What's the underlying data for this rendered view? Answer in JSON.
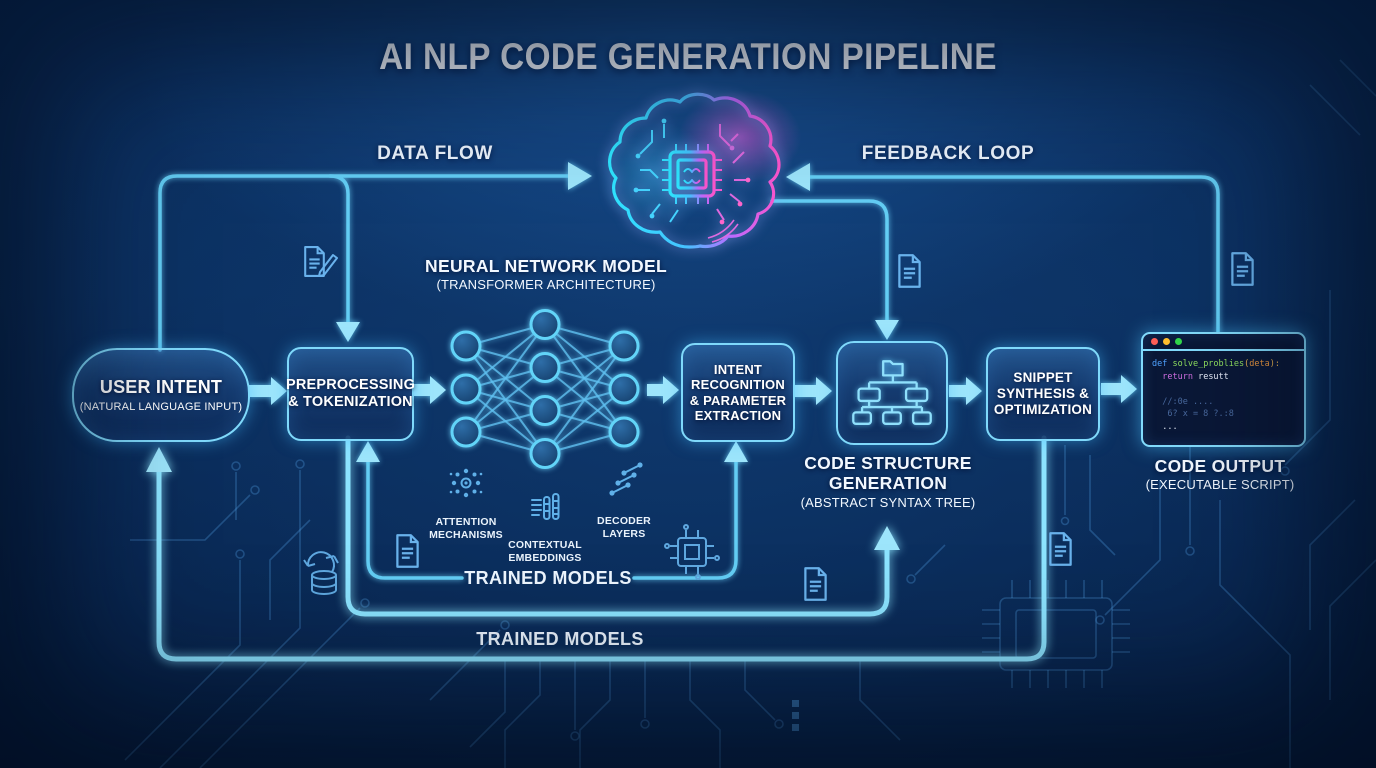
{
  "title": "AI NLP CODE GENERATION PIPELINE",
  "colors": {
    "background_navy": "#0a2c5a",
    "accent_cyan": "#7fd9fb",
    "arrow_fill": "#9de5fb",
    "brain_gradient": [
      "#2ee6ff",
      "#ff55cc"
    ],
    "glow_pink": "#f055d8",
    "window_dots": [
      "#ff5f57",
      "#ffbd2e",
      "#32d74b"
    ]
  },
  "flow_labels": {
    "data_flow": "DATA FLOW",
    "feedback_loop": "FEEDBACK LOOP",
    "trained_models_upper": "TRAINED MODELS",
    "trained_models_lower": "TRAINED MODELS"
  },
  "icons": [
    "circuit-brain-chip-icon",
    "document-icon",
    "document-edit-icon",
    "data-sync-database-icon",
    "processor-chip-icon",
    "attention-mechanisms-icon",
    "contextual-embeddings-icon",
    "decoder-layers-icon",
    "ast-tree-icon",
    "window-dot-red",
    "window-dot-yellow",
    "window-dot-green"
  ],
  "nodes": {
    "user_intent": {
      "title": "USER INTENT",
      "subtitle": "(NATURAL LANGUAGE INPUT)"
    },
    "preprocessing": {
      "title": "PREPROCESSING\n& TOKENIZATION"
    },
    "neural_network": {
      "title": "NEURAL NETWORK MODEL",
      "subtitle": "(TRANSFORMER ARCHITECTURE)",
      "layers": [
        3,
        4,
        3
      ],
      "features": [
        {
          "icon": "attention-mechanisms-icon",
          "label": "ATTENTION\nMECHANISMS"
        },
        {
          "icon": "contextual-embeddings-icon",
          "label": "CONTEXTUAL\nEMBEDDINGS"
        },
        {
          "icon": "decoder-layers-icon",
          "label": "DECODER\nLAYERS"
        }
      ]
    },
    "intent_recognition": {
      "title": "INTENT\nRECOGNITION\n& PARAMETER\nEXTRACTION"
    },
    "code_structure": {
      "title": "CODE STRUCTURE\nGENERATION",
      "subtitle": "(ABSTRACT SYNTAX TREE)"
    },
    "snippet_synthesis": {
      "title": "SNIPPET\nSYNTHESIS &\nOPTIMIZATION"
    },
    "code_output": {
      "title": "CODE OUTPUT",
      "subtitle": "(EXECUTABLE SCRIPT)",
      "code": [
        {
          "tokens": [
            [
              "kw",
              "def "
            ],
            [
              "fn",
              "solve_problies"
            ],
            [
              "pr",
              "("
            ],
            [
              "ar",
              "deta"
            ],
            [
              "pr",
              "):"
            ]
          ]
        },
        {
          "tokens": [
            [
              "pl",
              "  "
            ],
            [
              "kw2",
              "return "
            ],
            [
              "pl",
              "resutt"
            ]
          ]
        },
        {
          "tokens": []
        },
        {
          "tokens": [
            [
              "cm",
              "  //:0e ...."
            ]
          ]
        },
        {
          "tokens": [
            [
              "cm",
              "   6? x = 8 ?.:8"
            ]
          ]
        },
        {
          "tokens": [
            [
              "pl",
              "  ..."
            ]
          ]
        }
      ]
    }
  }
}
